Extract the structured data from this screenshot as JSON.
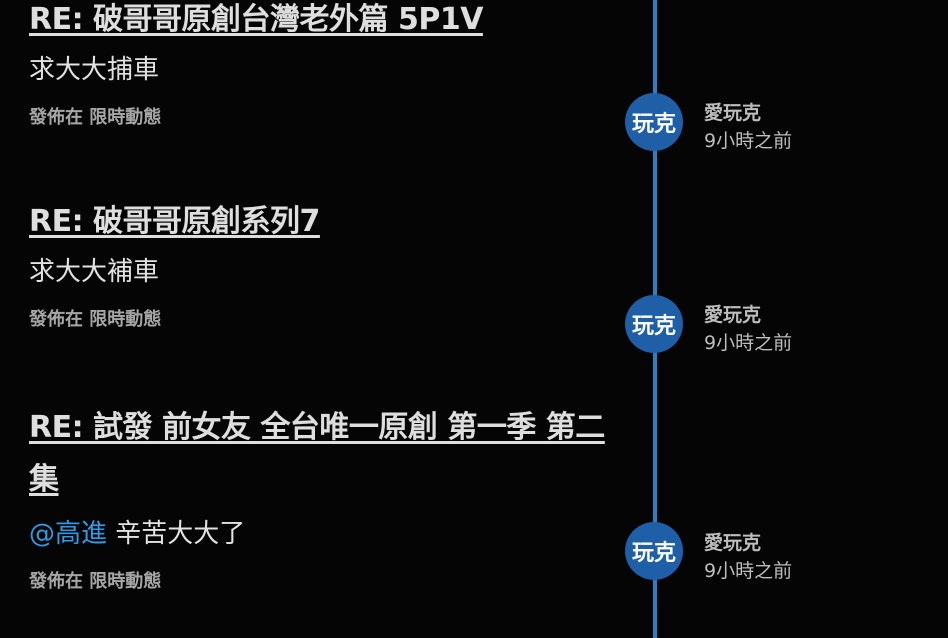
{
  "posts": [
    {
      "title": "RE: 破哥哥原創台灣老外篇 5P1V",
      "mention": "",
      "body": "求大大捕車",
      "posted_in_label": "發佈在",
      "category": "限時動態",
      "avatar_text": "玩克",
      "author": "愛玩克",
      "time": "9小時之前"
    },
    {
      "title": "RE: 破哥哥原創系列7",
      "mention": "",
      "body": "求大大補車",
      "posted_in_label": "發佈在",
      "category": "限時動態",
      "avatar_text": "玩克",
      "author": "愛玩克",
      "time": "9小時之前"
    },
    {
      "title": "RE: 試發 前女友 全台唯一原創 第一季 第二集",
      "mention": "@高進",
      "body": "辛苦大大了",
      "posted_in_label": "發佈在",
      "category": "限時動態",
      "avatar_text": "玩克",
      "author": "愛玩克",
      "time": "9小時之前"
    }
  ],
  "colors": {
    "background": "#050505",
    "timeline": "#2b7fc4",
    "avatar": "#1f5fa8",
    "mention": "#2f9be6"
  }
}
